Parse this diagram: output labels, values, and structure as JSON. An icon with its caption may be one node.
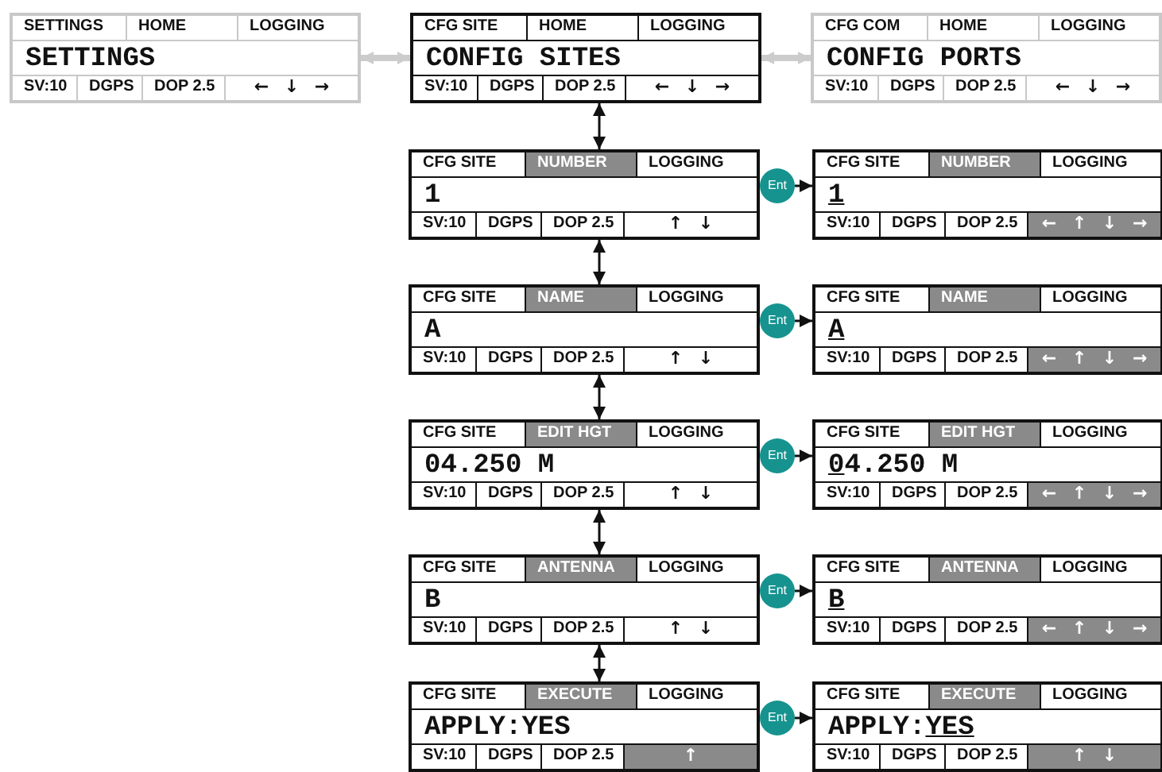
{
  "diagram": {
    "nodes": [
      {
        "text": [
          "SETTINGS",
          "HOME",
          "LOGGING",
          "SETTINGS",
          "SV:10",
          "DGPS",
          "DOP 2.5",
          "← ↓ →"
        ]
      },
      {
        "text": [
          "CFG SITE",
          "HOME",
          "LOGGING",
          "CONFIG SITES",
          "SV:10",
          "DGPS",
          "DOP 2.5",
          "← ↓ →"
        ]
      },
      {
        "text": [
          "CFG COM",
          "HOME",
          "LOGGING",
          "CONFIG PORTS",
          "SV:10",
          "DGPS",
          "DOP 2.5",
          "← ↓ →"
        ]
      },
      {
        "text": [
          "CFG SITE",
          "NUMBER",
          "LOGGING",
          "1",
          "SV:10",
          "DGPS",
          "DOP 2.5",
          "↑ ↓"
        ]
      },
      {
        "text": [
          "CFG SITE",
          "NAME",
          "LOGGING",
          "A",
          "SV:10",
          "DGPS",
          "DOP 2.5",
          "↑ ↓"
        ]
      },
      {
        "text": [
          "CFG SITE",
          "EDIT HGT",
          "LOGGING",
          "04.250 M",
          "SV:10",
          "DGPS",
          "DOP 2.5",
          "↑ ↓"
        ]
      },
      {
        "text": [
          "CFG SITE",
          "ANTENNA",
          "LOGGING",
          "B",
          "SV:10",
          "DGPS",
          "DOP 2.5",
          "↑ ↓"
        ]
      },
      {
        "text": [
          "CFG SITE",
          "EXECUTE",
          "LOGGING",
          "APPLY:YES",
          "SV:10",
          "DGPS",
          "DOP 2.5",
          "↑"
        ]
      },
      {
        "text": [
          "Ent"
        ]
      },
      {
        "text": [
          "CFG SITE",
          "NUMBER",
          "LOGGING",
          "1",
          "SV:10",
          "DGPS",
          "DOP 2.5",
          "← ↑ ↓ →"
        ]
      },
      {
        "text": [
          "Ent"
        ]
      },
      {
        "text": [
          "CFG SITE",
          "NAME",
          "LOGGING",
          "A",
          "SV:10",
          "DGPS",
          "DOP 2.5",
          "← ↑ ↓ →"
        ]
      },
      {
        "text": [
          "Ent"
        ]
      },
      {
        "text": [
          "CFG SITE",
          "EDIT HGT",
          "LOGGING",
          "04.250 M",
          "SV:10",
          "DGPS",
          "DOP 2.5",
          "← ↑ ↓ →"
        ]
      },
      {
        "text": [
          "Ent"
        ]
      },
      {
        "text": [
          "CFG SITE",
          "ANTENNA",
          "LOGGING",
          "B",
          "SV:10",
          "DGPS",
          "DOP 2.5",
          "← ↑ ↓ →"
        ]
      },
      {
        "text": [
          "Ent"
        ]
      },
      {
        "text": [
          "CFG SITE",
          "EXECUTE",
          "LOGGING",
          "APPLY:YES",
          "SV:10",
          "DGPS",
          "DOP 2.5",
          "↑ ↓"
        ]
      }
    ],
    "edges": [
      {
        "from": 0,
        "to": 1,
        "arrow": "both",
        "style": "thick",
        "color": "#cccccc"
      },
      {
        "from": 1,
        "to": 2,
        "arrow": "both",
        "style": "thick",
        "color": "#cccccc"
      },
      {
        "from": 1,
        "to": 3,
        "arrow": "both"
      },
      {
        "from": 3,
        "to": 4,
        "arrow": "both"
      },
      {
        "from": 4,
        "to": 5,
        "arrow": "both"
      },
      {
        "from": 5,
        "to": 6,
        "arrow": "both"
      },
      {
        "from": 6,
        "to": 7,
        "arrow": "both"
      },
      {
        "from": 8,
        "to": 9,
        "arrow": "to"
      },
      {
        "from": 10,
        "to": 11,
        "arrow": "to"
      },
      {
        "from": 12,
        "to": 13,
        "arrow": "to"
      },
      {
        "from": 14,
        "to": 15,
        "arrow": "to"
      },
      {
        "from": 16,
        "to": 17,
        "arrow": "to"
      }
    ]
  }
}
